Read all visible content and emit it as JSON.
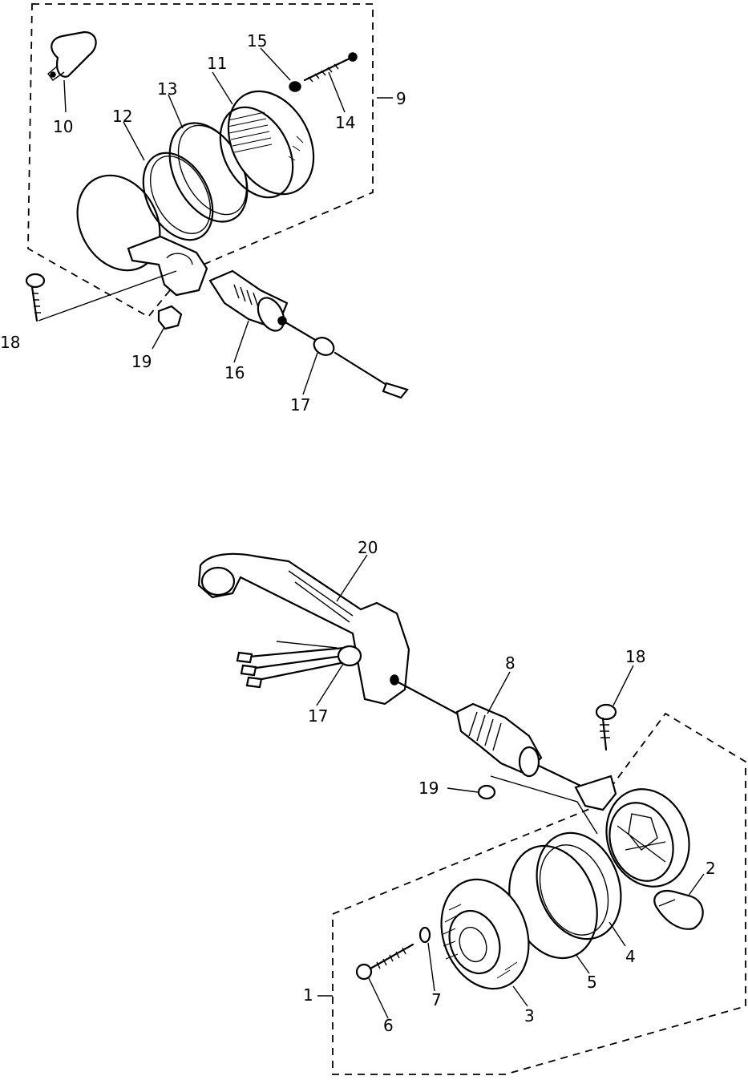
{
  "callouts": {
    "c1": "1",
    "c2": "2",
    "c3": "3",
    "c4": "4",
    "c5": "5",
    "c6": "6",
    "c7": "7",
    "c8": "8",
    "c9": "9",
    "c10": "10",
    "c11": "11",
    "c12": "12",
    "c13": "13",
    "c14": "14",
    "c15": "15",
    "c16": "16",
    "c17": "17",
    "c18a": "18",
    "c19a": "19",
    "c18b": "18",
    "c19b": "19",
    "c20": "20"
  },
  "colors": {
    "line": "#000000",
    "background": "#ffffff"
  }
}
